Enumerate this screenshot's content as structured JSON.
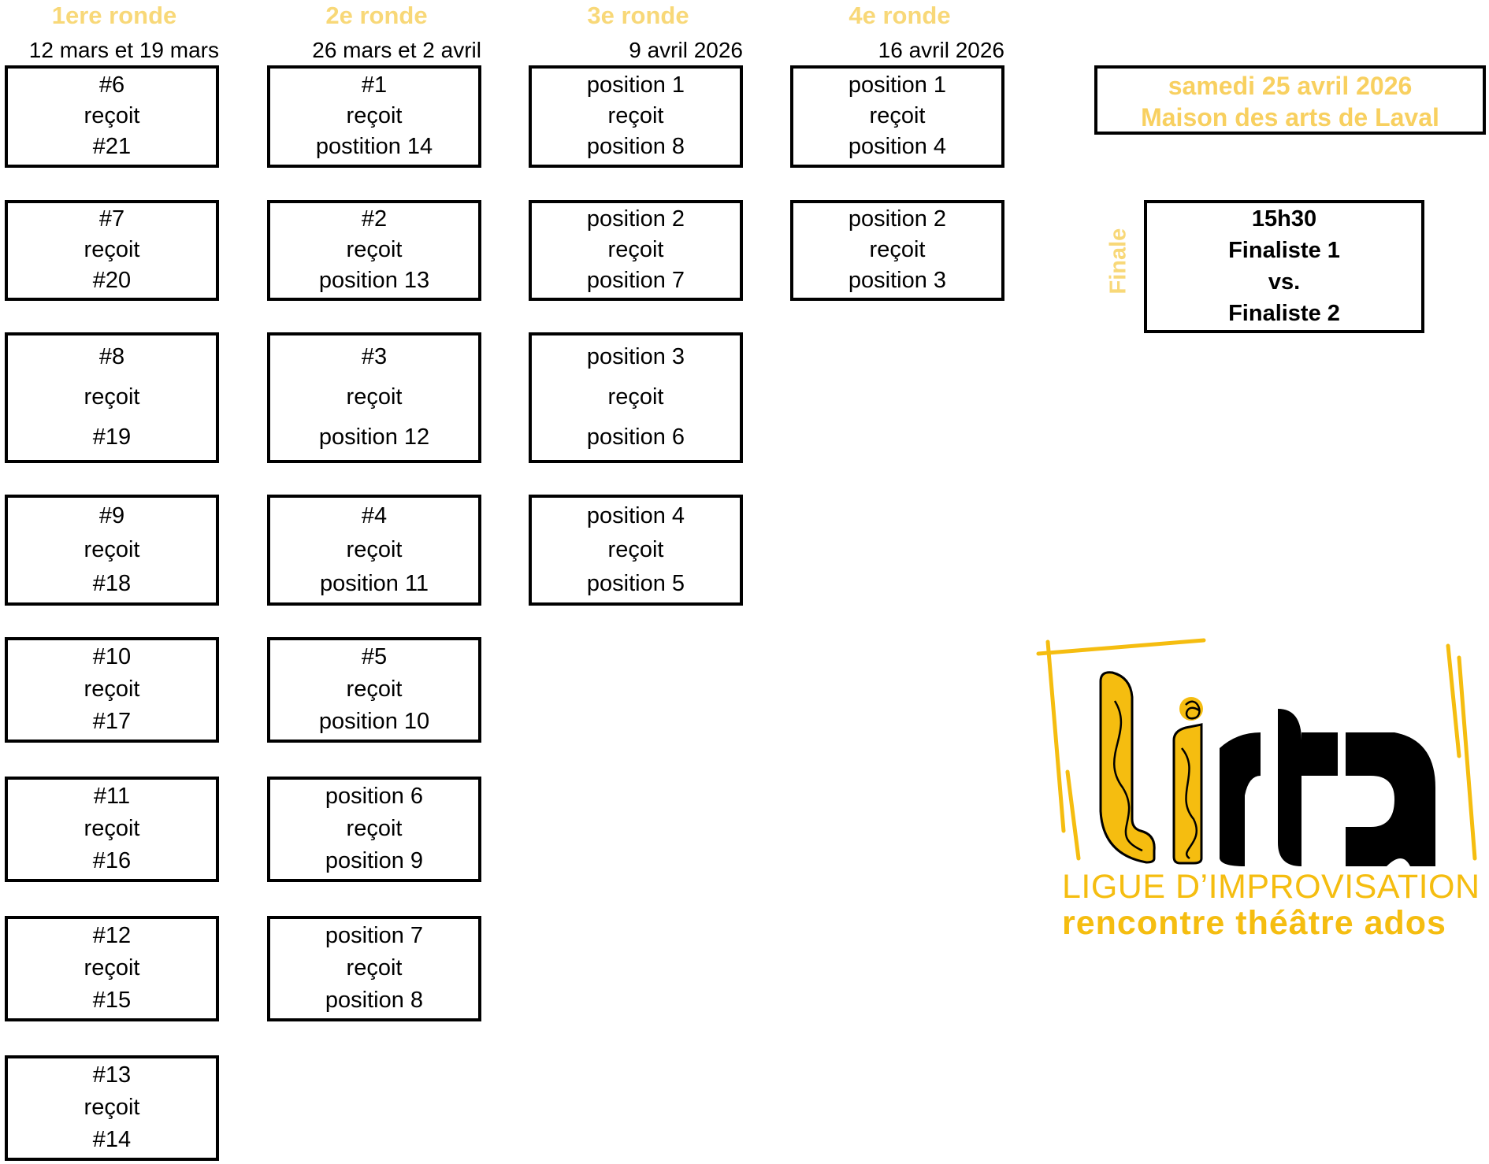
{
  "rounds": [
    {
      "title": "1ere ronde",
      "date": "12 mars et 19 mars",
      "matches": [
        [
          "#6",
          "reçoit",
          "#21"
        ],
        [
          "#7",
          "reçoit",
          "#20"
        ],
        [
          "#8",
          "reçoit",
          "#19"
        ],
        [
          "#9",
          "reçoit",
          "#18"
        ],
        [
          "#10",
          "reçoit",
          "#17"
        ],
        [
          "#11",
          "reçoit",
          "#16"
        ],
        [
          "#12",
          "reçoit",
          "#15"
        ],
        [
          "#13",
          "reçoit",
          "#14"
        ]
      ]
    },
    {
      "title": "2e ronde",
      "date": "26 mars et 2 avril",
      "matches": [
        [
          "#1",
          "reçoit",
          "postition 14"
        ],
        [
          "#2",
          "reçoit",
          "position 13"
        ],
        [
          "#3",
          "reçoit",
          "position 12"
        ],
        [
          "#4",
          "reçoit",
          "position 11"
        ],
        [
          "#5",
          "reçoit",
          "position 10"
        ],
        [
          "position 6",
          "reçoit",
          "position 9"
        ],
        [
          "position 7",
          "reçoit",
          "position 8"
        ]
      ]
    },
    {
      "title": "3e ronde",
      "date": "9 avril 2026",
      "matches": [
        [
          "position 1",
          "reçoit",
          "position 8"
        ],
        [
          "position 2",
          "reçoit",
          "position 7"
        ],
        [
          "position 3",
          "reçoit",
          "position 6"
        ],
        [
          "position 4",
          "reçoit",
          "position 5"
        ]
      ]
    },
    {
      "title": "4e ronde",
      "date": "16 avril 2026",
      "matches": [
        [
          "position 1",
          "reçoit",
          "position 4"
        ],
        [
          "position 2",
          "reçoit",
          "position 3"
        ]
      ]
    }
  ],
  "final": {
    "date_line": "samedi 25 avril 2026",
    "venue_line": "Maison des arts de Laval",
    "label": "Finale",
    "lines": [
      "15h30",
      "Finaliste 1",
      "vs.",
      "Finaliste 2"
    ]
  },
  "logo": {
    "wordmark": "lirta",
    "line1": "LIGUE D’IMPROVISATION",
    "line2": "rencontre théâtre ados"
  },
  "colors": {
    "accent": "#f5bd10",
    "heading": "#f8d878"
  }
}
